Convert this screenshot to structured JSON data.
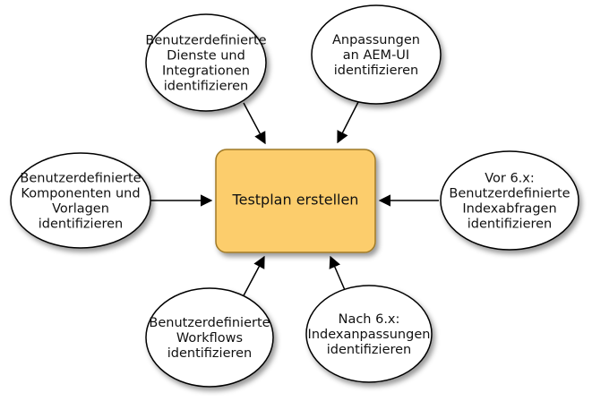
{
  "diagram": {
    "center": {
      "label": "Testplan erstellen",
      "fill": "#FCCD6C",
      "stroke": "#A07A26"
    },
    "nodes": [
      {
        "id": "top-left",
        "lines": [
          "Benutzerdefinierte",
          "Dienste und",
          "Integrationen",
          "identifizieren"
        ]
      },
      {
        "id": "top-right",
        "lines": [
          "Anpassungen",
          "an AEM-UI",
          "identifizieren"
        ]
      },
      {
        "id": "left",
        "lines": [
          "Benutzerdefinierte",
          "Komponenten und",
          "Vorlagen",
          "identifizieren"
        ]
      },
      {
        "id": "right",
        "lines": [
          "Vor 6.x:",
          "Benutzerdefinierte",
          "Indexabfragen",
          "identifizieren"
        ]
      },
      {
        "id": "bottom-left",
        "lines": [
          "Benutzerdefinierte",
          "Workflows",
          "identifizieren"
        ]
      },
      {
        "id": "bottom-right",
        "lines": [
          "Nach 6.x:",
          "Indexanpassungen",
          "identifizieren"
        ]
      }
    ],
    "node_style": {
      "fill": "#ffffff",
      "stroke": "#000000"
    }
  }
}
